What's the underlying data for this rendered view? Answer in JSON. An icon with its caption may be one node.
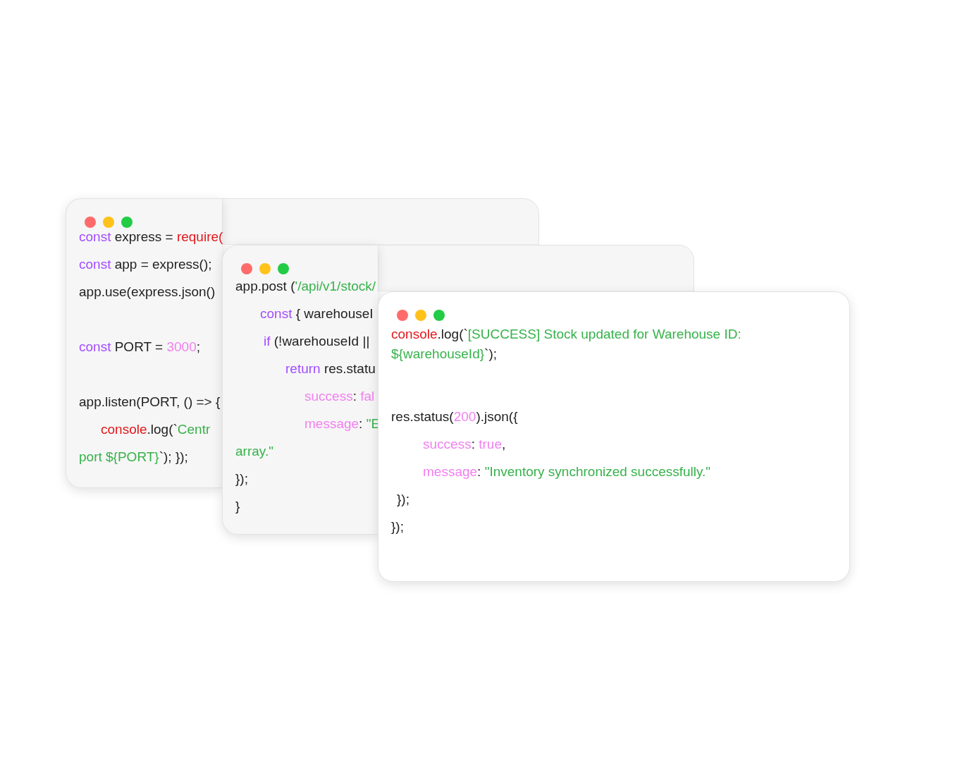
{
  "diagram": {
    "nodes": [
      {
        "text": [
          "const express = require(",
          "const app = express();",
          "app.use(express.json()",
          "const PORT = 3000;",
          "app.listen(PORT, () => {",
          "console.log(`Centr",
          "port ${PORT}`); });"
        ]
      },
      {
        "text": [
          "app.post ('/api/v1/stock/",
          "const { warehouseI",
          "if (!warehouseId ||",
          "return res.statu",
          "success: fal",
          "message: \"E",
          "array.\"",
          "});",
          "}"
        ]
      },
      {
        "text": [
          "console.log(`[SUCCESS] Stock updated for Warehouse ID: ${warehouseId}`);",
          "res.status(200).json({",
          "success: true,",
          "message: \"Inventory synchronized successfully.\"",
          "});",
          "});"
        ]
      }
    ]
  }
}
